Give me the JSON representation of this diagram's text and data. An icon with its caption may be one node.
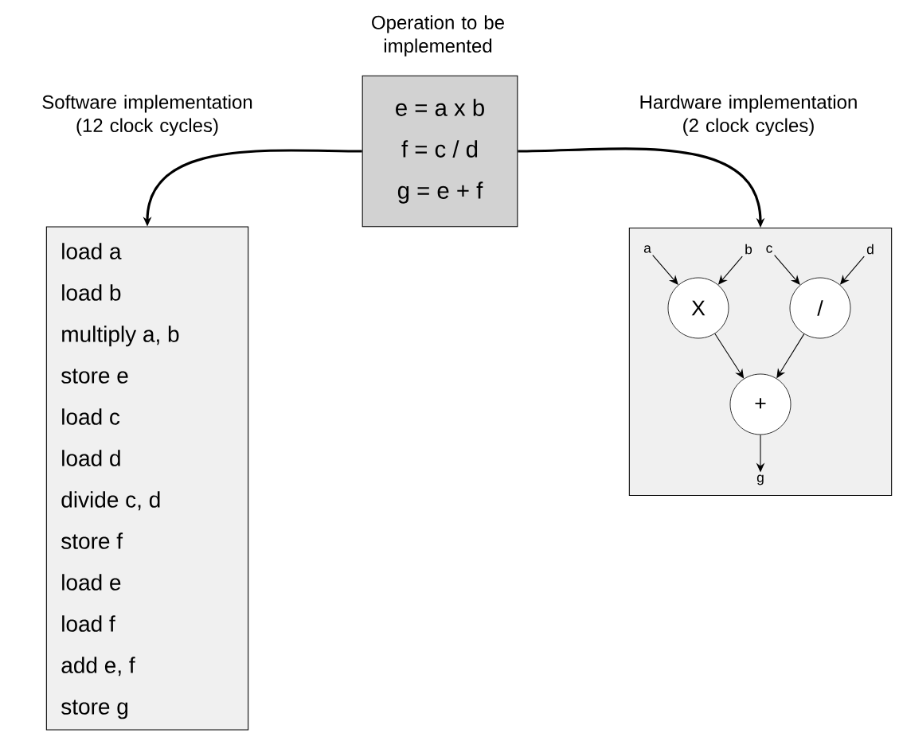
{
  "diagram": {
    "nodes": [
      {
        "text": [
          "Operation to be implemented",
          "e = a x b",
          "f = c / d",
          "g = e + f"
        ]
      },
      {
        "text": [
          "Software implementation (12 clock cycles)",
          "load a",
          "load b",
          "multiply a, b",
          "store e",
          "load c",
          "load d",
          "divide c, d",
          "store f",
          "load e",
          "load f",
          "add e, f",
          "store g"
        ]
      },
      {
        "text": [
          "Hardware implementation (2 clock cycles)"
        ]
      },
      {
        "text": [
          "X"
        ],
        "in": 2
      },
      {
        "text": [
          "/"
        ],
        "in": 2
      },
      {
        "text": [
          "+"
        ],
        "in": 2
      },
      {
        "text": [
          "a"
        ],
        "in": 2
      },
      {
        "text": [
          "b"
        ],
        "in": 2
      },
      {
        "text": [
          "c"
        ],
        "in": 2
      },
      {
        "text": [
          "d"
        ],
        "in": 2
      },
      {
        "text": [
          "g"
        ],
        "in": 2
      }
    ],
    "edges": [
      {
        "from": 0,
        "to": 1,
        "arrow": "to",
        "style": "thick"
      },
      {
        "from": 0,
        "to": 2,
        "arrow": "to",
        "style": "thick"
      },
      {
        "from": 6,
        "to": 3,
        "arrow": "to"
      },
      {
        "from": 7,
        "to": 3,
        "arrow": "to"
      },
      {
        "from": 8,
        "to": 4,
        "arrow": "to"
      },
      {
        "from": 9,
        "to": 4,
        "arrow": "to"
      },
      {
        "from": 3,
        "to": 5,
        "arrow": "to"
      },
      {
        "from": 4,
        "to": 5,
        "arrow": "to"
      },
      {
        "from": 5,
        "to": 10,
        "arrow": "to"
      }
    ]
  }
}
